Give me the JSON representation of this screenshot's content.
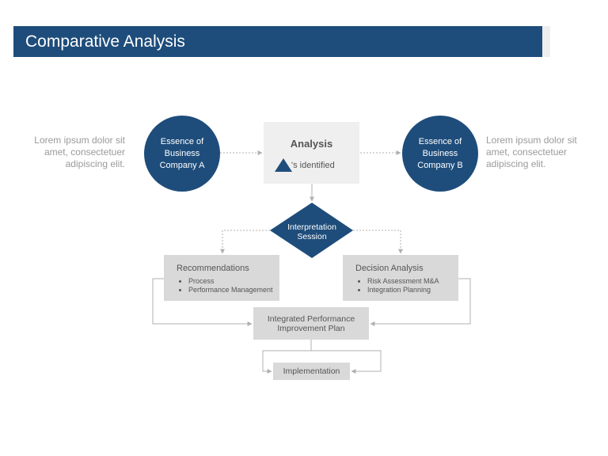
{
  "header": {
    "title": "Comparative Analysis"
  },
  "side_text": {
    "left": "Lorem ipsum dolor sit amet, consectetuer adipiscing elit.",
    "right": "Lorem ipsum dolor sit amet, consectetuer adipiscing elit."
  },
  "nodes": {
    "company_a": "Essence of Business Company A",
    "company_b": "Essence of Business Company B",
    "analysis_title": "Analysis",
    "analysis_sub": "'s identified",
    "interpretation": "Interpretation Session",
    "recommendations": {
      "title": "Recommendations",
      "items": [
        "Process",
        "Performance Management"
      ]
    },
    "decision": {
      "title": "Decision Analysis",
      "items": [
        "Risk Assessment M&A",
        "Integration Planning"
      ]
    },
    "ipi_plan": "Integrated Performance Improvement Plan",
    "implementation": "Implementation"
  },
  "colors": {
    "brand_blue": "#1e4d7b",
    "box_gray": "#d9d9d9",
    "light_gray": "#efefef",
    "text_gray": "#555555",
    "connector": "#b0b0b0"
  }
}
